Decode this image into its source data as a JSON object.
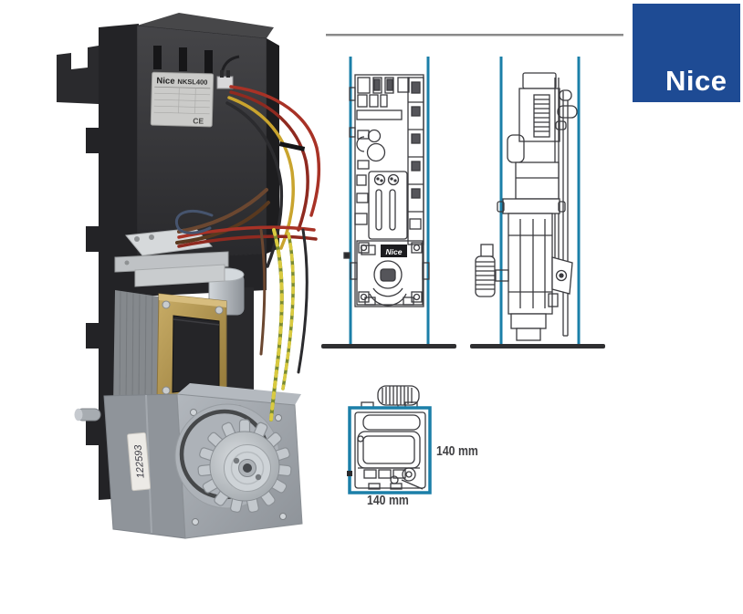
{
  "colors": {
    "logo_blue": "#1e4b94",
    "diagram_accent_teal": "#1b7fa8",
    "drawing_stroke": "#3b3b3f",
    "baseline_black": "#2f2f31",
    "brass": "#b89a5a",
    "aluminum": "#a5aab0"
  },
  "logo": {
    "text": "Nice"
  },
  "photo": {
    "name_label": {
      "brand": "Nice",
      "model": "NKSL400",
      "cert_mark": "CE"
    },
    "serial_number": "122593"
  },
  "drawings": {
    "front_view": {
      "badge": "Nice"
    },
    "top_view": {
      "width_label": "140 mm",
      "depth_label": "140 mm"
    }
  }
}
